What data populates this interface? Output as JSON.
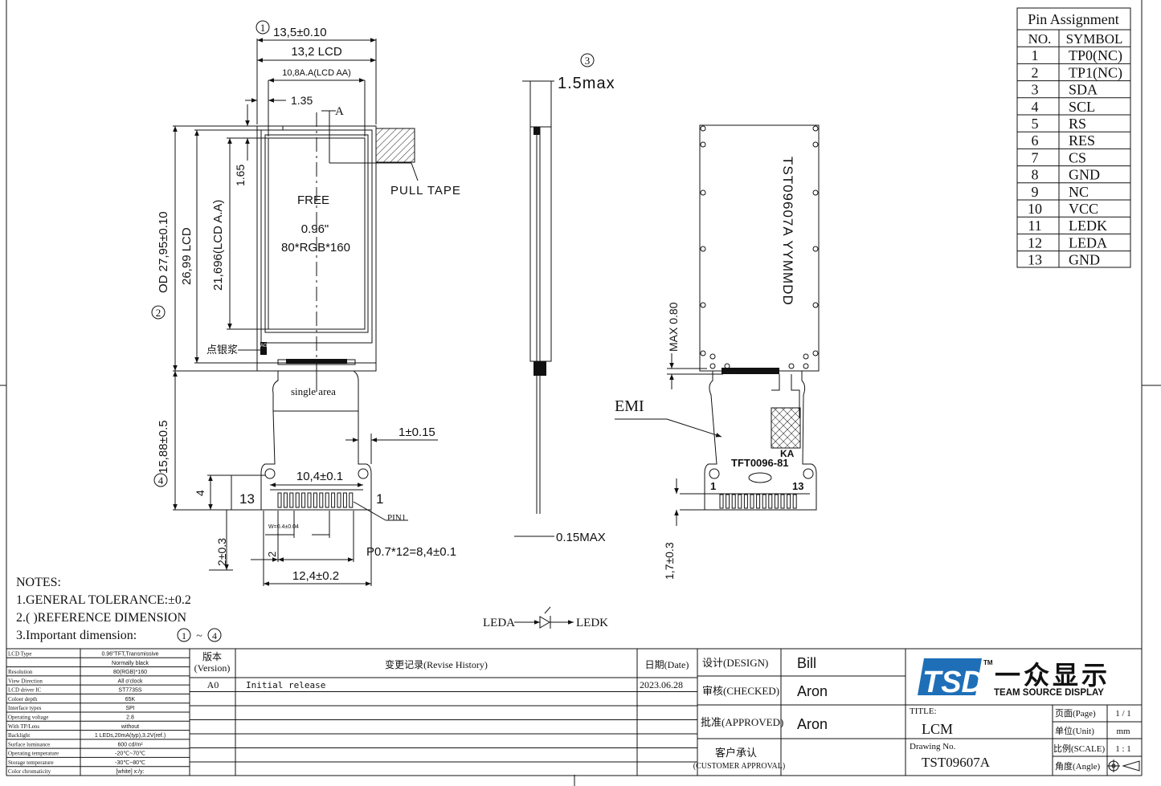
{
  "drawing": {
    "front": {
      "od_width": "13,5±0.10",
      "lcd_width": "13,2 LCD",
      "aa_width": "10,8A.A(LCD AA)",
      "offset_135": "1.35",
      "section_a": "A",
      "free": "FREE",
      "size": "0.96\"",
      "resolution": "80*RGB*160",
      "pull_tape": "PULL TAPE",
      "offset_165": "1.65",
      "od_height": "OD 27,95±0.10",
      "lcd_height": "26,99 LCD",
      "aa_height": "21,696(LCD A.A)",
      "silver": "点银浆",
      "ag": "AG",
      "single_area": "single area",
      "fpc_len": "15,88±0.5",
      "tab_15": "1±0.15",
      "pad_width": "10,4±0.1",
      "four": "4",
      "pin13": "13",
      "pin1": "1",
      "pin1_label": "PIN1",
      "w_pad": "W=0.4±0.04",
      "two": "2",
      "h_23": "2±0.3",
      "pitch": "P0.7*12=8,4±0.1",
      "fpc_width": "12,4±0.2",
      "circle1": "1",
      "circle2": "2",
      "circle3": "3",
      "circle4": "4"
    },
    "side": {
      "max15": "1.5max",
      "max015": "0.15MAX"
    },
    "back": {
      "marking": "TST09607A YYMMDD",
      "max080": "MAX 0.80",
      "emi": "EMI",
      "ka": "KA",
      "fpc_code": "TFT0096-81",
      "p1": "1",
      "p13": "13",
      "h17": "1,7±0.3"
    },
    "led": {
      "anode": "LEDA",
      "cathode": "LEDK"
    }
  },
  "pin_table": {
    "title": "Pin Assignment",
    "headers": [
      "NO.",
      "SYMBOL"
    ],
    "rows": [
      [
        "1",
        "TP0(NC)"
      ],
      [
        "2",
        "TP1(NC)"
      ],
      [
        "3",
        "SDA"
      ],
      [
        "4",
        "SCL"
      ],
      [
        "5",
        "RS"
      ],
      [
        "6",
        "RES"
      ],
      [
        "7",
        "CS"
      ],
      [
        "8",
        "GND"
      ],
      [
        "9",
        "NC"
      ],
      [
        "10",
        "VCC"
      ],
      [
        "11",
        "LEDK"
      ],
      [
        "12",
        "LEDA"
      ],
      [
        "13",
        "GND"
      ]
    ]
  },
  "notes": {
    "title": "NOTES:",
    "items": [
      "1.GENERAL TOLERANCE:±0.2",
      "2.(    )REFERENCE DIMENSION",
      "3.Important dimension:"
    ],
    "important_from": "1",
    "important_sep": "~",
    "important_to": "4"
  },
  "spec_table": [
    [
      "LCD Type",
      "0.96\"TFT,Transmissive"
    ],
    [
      "",
      "Normally black"
    ],
    [
      "Resolution",
      "80(RGB)*160"
    ],
    [
      "View Direction",
      "All o'clock"
    ],
    [
      "LCD driver IC",
      "ST7735S"
    ],
    [
      "Coloer depth",
      "65K"
    ],
    [
      "Interface types",
      "SPI"
    ],
    [
      "Operating voltage",
      "2.8"
    ],
    [
      "With TP/Lens",
      "without"
    ],
    [
      "Backlight",
      "1 LEDs,20mA(typ),3.2V(ref.)"
    ],
    [
      "Surface luminance",
      "600 cd/m²"
    ],
    [
      "Operating temperature",
      "-20℃~70℃"
    ],
    [
      "Storage temperature",
      "-30℃~80℃"
    ],
    [
      "Color chromaticity",
      "[white] x:/y:"
    ]
  ],
  "revision": {
    "version_label": "版本",
    "version_label2": "(Version)",
    "history_label": "变更记录(Revise History)",
    "date_label": "日期(Date)",
    "rows": [
      [
        "A0",
        "Initial release",
        "2023.06.28"
      ]
    ]
  },
  "approval": {
    "design_label": "设计(DESIGN)",
    "design": "Bill",
    "checked_label": "审核(CHECKED)",
    "checked": "Aron",
    "approved_label": "批准(APPROVED)",
    "approved": "Aron",
    "customer_label": "客户承认",
    "customer_label2": "(CUSTOMER APPROVAL)"
  },
  "title_block": {
    "logo": "TSD",
    "tm": "TM",
    "company_cn": "一众显示",
    "company_en": "TEAM SOURCE DISPLAY",
    "title_label": "TITLE:",
    "title": "LCM",
    "drawing_no_label": "Drawing No.",
    "drawing_no": "TST09607A",
    "page_label": "页面(Page)",
    "page": "1 / 1",
    "unit_label": "单位(Unit)",
    "unit": "mm",
    "scale_label": "比例(SCALE)",
    "scale": "1 : 1",
    "angle_label": "角度(Angle)"
  }
}
